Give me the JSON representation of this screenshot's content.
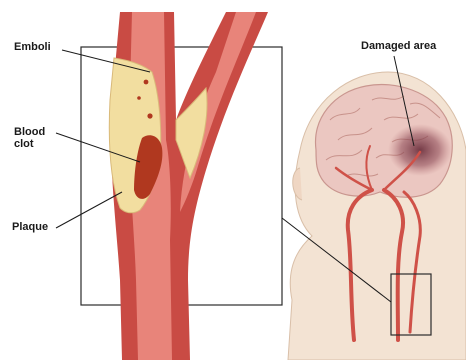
{
  "labels": {
    "emboli": "Emboli",
    "blood_clot": "Blood\nclot",
    "plaque": "Plaque",
    "damaged_area": "Damaged area"
  },
  "colors": {
    "artery_wall": "#c94b44",
    "artery_lumen": "#e8847a",
    "plaque": "#f2dea0",
    "clot": "#b0381f",
    "skin": "#f3e3d3",
    "brain": "#ebc7c1",
    "damaged_area": "#6e3340"
  }
}
